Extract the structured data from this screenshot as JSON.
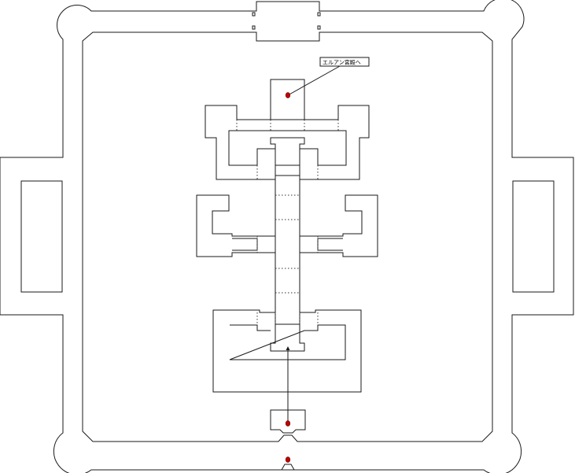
{
  "map": {
    "labels": {
      "destination": "エルアン宮殿へ"
    },
    "colors": {
      "wall": "#1a1a1a",
      "marker": "#c00000",
      "background": "#ffffff"
    },
    "markers": [
      {
        "id": "palace-entrance",
        "kind": "destination"
      },
      {
        "id": "gatehouse-start",
        "kind": "start"
      },
      {
        "id": "outer-gate",
        "kind": "waypoint"
      }
    ]
  }
}
